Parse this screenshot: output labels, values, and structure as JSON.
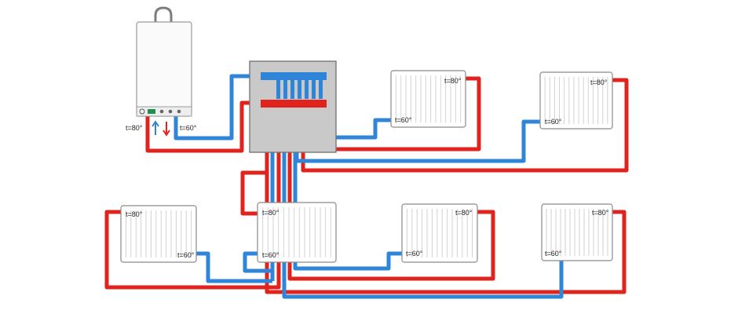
{
  "colors": {
    "supply": "#e0231d",
    "return": "#2f86d8",
    "radiator_fill": "#ffffff",
    "radiator_stroke": "#8a8a8a",
    "manifold_box": "#c9c9c9",
    "boiler_fill": "#fafafa"
  },
  "labels": {
    "boiler_supply_temp": "t=80°",
    "boiler_return_temp": "t=60°",
    "r1_in": "t=80°",
    "r1_out": "t=60°",
    "r2_in": "t=80°",
    "r2_out": "t=60°",
    "r3_in": "t=80°",
    "r3_out": "t=60°",
    "r4_in": "t=80°",
    "r4_out": "t=60°",
    "r5_in": "t=80°",
    "r5_out": "t=60°",
    "r6_in": "t=80°",
    "r6_out": "t=60°"
  },
  "icons": [
    "boiler",
    "manifold",
    "radiator",
    "arrow-up-icon",
    "arrow-down-icon"
  ]
}
